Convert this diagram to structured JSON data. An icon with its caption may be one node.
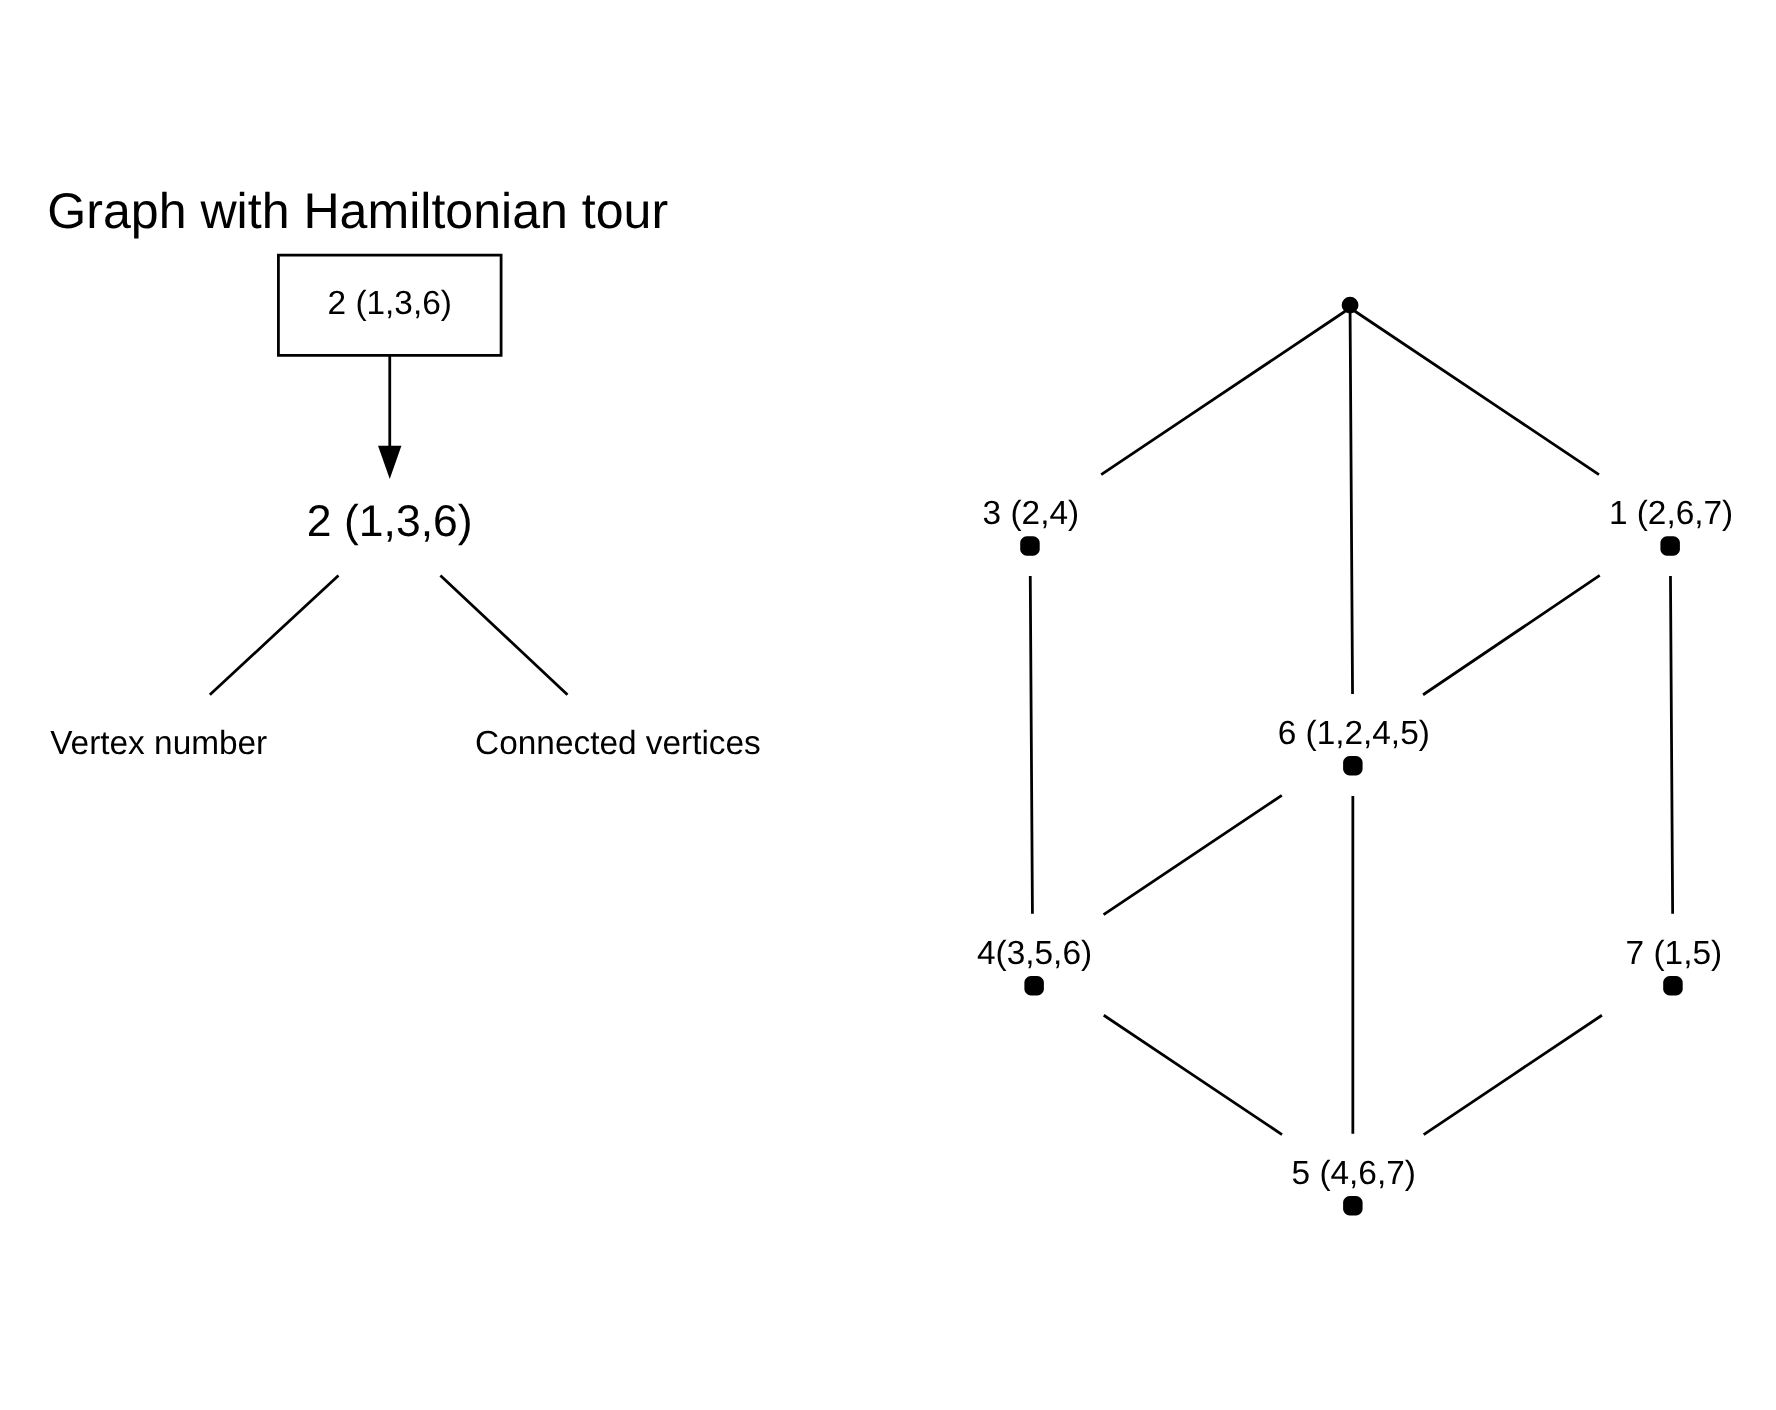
{
  "diagram": {
    "title": "Graph with Hamiltonian tour",
    "nodes": [
      {
        "text": [
          "2 (1,3,6)"
        ]
      },
      {
        "text": [
          "2 (1,3,6)"
        ]
      },
      {
        "text": [
          "Vertex number"
        ]
      },
      {
        "text": [
          "Connected vertices"
        ]
      },
      {
        "text": [],
        "shape": "circle"
      },
      {
        "text": [],
        "shape": "circle",
        "beside": [
          "3 (2,4)"
        ]
      },
      {
        "text": [],
        "shape": "circle",
        "beside": [
          "1 (2,6,7)"
        ]
      },
      {
        "text": [],
        "shape": "circle",
        "beside": [
          "6 (1,2,4,5)"
        ]
      },
      {
        "text": [],
        "shape": "circle",
        "beside": [
          "4(3,5,6)"
        ]
      },
      {
        "text": [],
        "shape": "circle",
        "beside": [
          "7 (1,5)"
        ]
      },
      {
        "text": [],
        "shape": "circle",
        "beside": [
          "5 (4,6,7)"
        ]
      }
    ],
    "edges": [
      {
        "from": 0,
        "to": 1,
        "arrow": "to"
      },
      {
        "from": 1,
        "to": 2,
        "arrow": "none"
      },
      {
        "from": 1,
        "to": 3,
        "arrow": "none"
      },
      {
        "from": 4,
        "to": 5,
        "arrow": "none"
      },
      {
        "from": 4,
        "to": 6,
        "arrow": "none"
      },
      {
        "from": 4,
        "to": 7,
        "arrow": "none"
      },
      {
        "from": 5,
        "to": 8,
        "arrow": "none"
      },
      {
        "from": 6,
        "to": 7,
        "arrow": "none"
      },
      {
        "from": 6,
        "to": 9,
        "arrow": "none"
      },
      {
        "from": 7,
        "to": 8,
        "arrow": "none"
      },
      {
        "from": 7,
        "to": 10,
        "arrow": "none"
      },
      {
        "from": 8,
        "to": 10,
        "arrow": "none"
      },
      {
        "from": 9,
        "to": 10,
        "arrow": "none"
      }
    ]
  }
}
